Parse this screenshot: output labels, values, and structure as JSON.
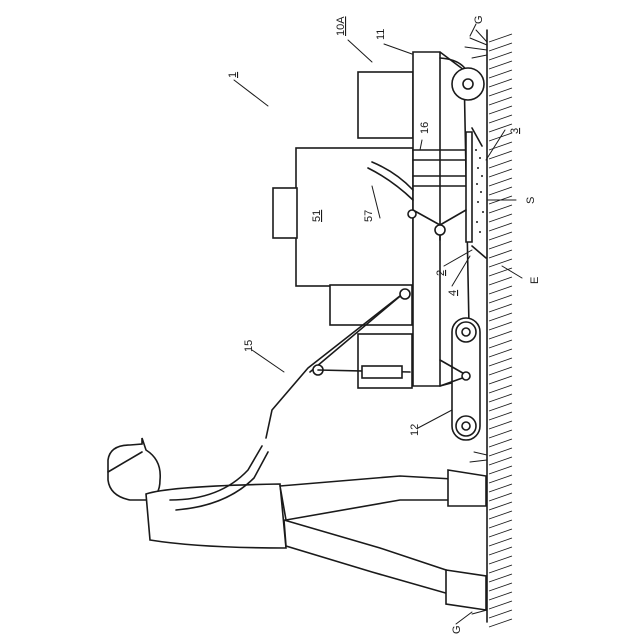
{
  "figure": {
    "labels": {
      "assembly": "1",
      "machine": "10A",
      "frame": "11",
      "wheel_crawler": "12",
      "handle": "15",
      "shaft": "16",
      "tank": "51",
      "hose": "57",
      "part_2": "2",
      "part_3": "3",
      "part_4": "4",
      "grass_top": "G",
      "grass_bottom": "G",
      "spray": "S",
      "earth": "E"
    }
  }
}
